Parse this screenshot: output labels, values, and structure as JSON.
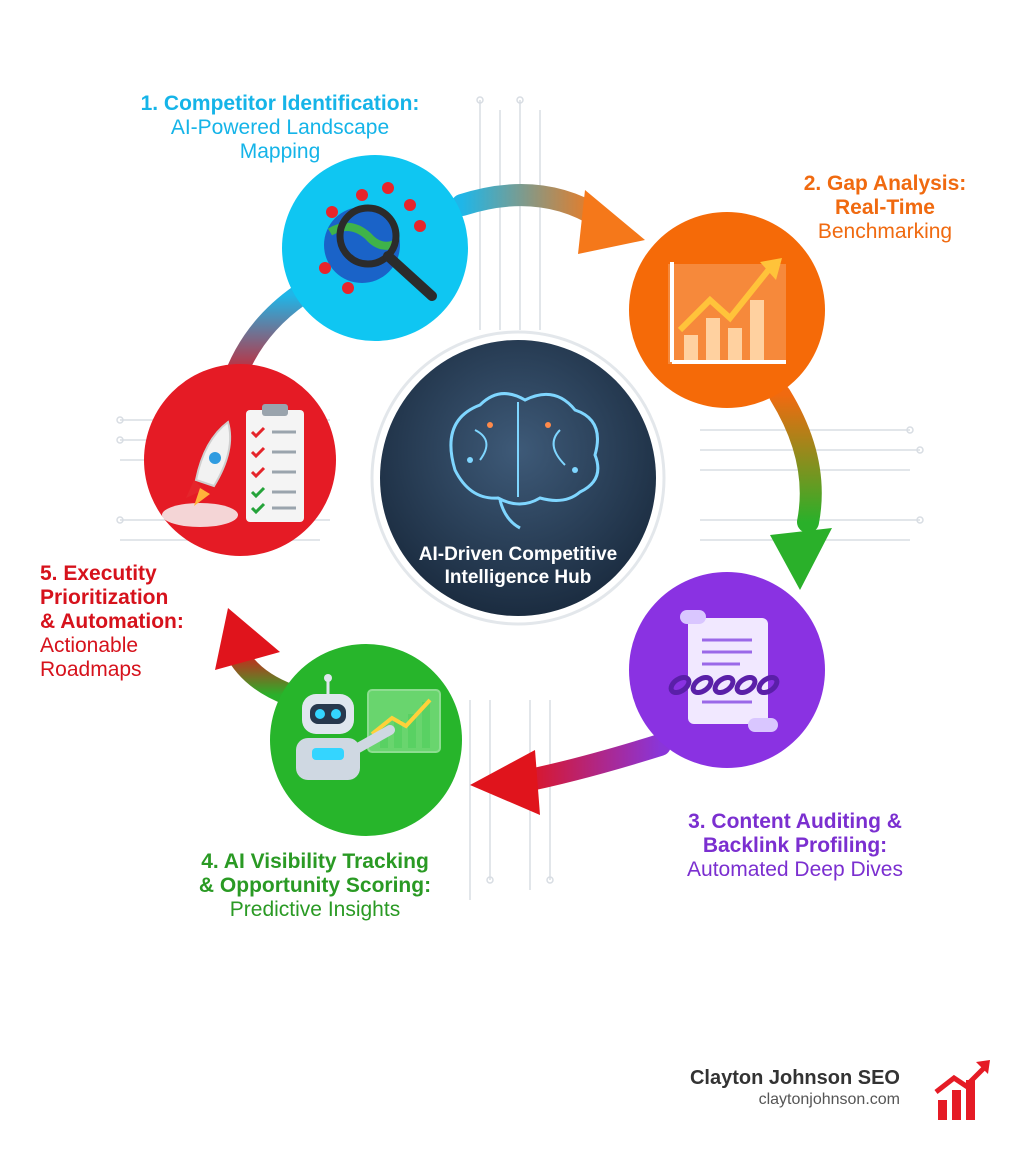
{
  "hub": {
    "title": "AI-Driven Competitive Intelligence Hub",
    "icon": "brain-circuit-icon"
  },
  "steps": [
    {
      "title_bold": "1. Competitor Identification: AI-Powered Landscape Mapping",
      "subtitle": "",
      "color": "#15b4e8",
      "icon": "globe-magnifier-pins-icon"
    },
    {
      "title_bold": "2. Gap Analysis:",
      "title_bold_2": "Real-Time",
      "subtitle": "Benchmarking",
      "color": "#f06a10",
      "icon": "bar-chart-growth-icon"
    },
    {
      "title_bold": "3. Content Auditing &",
      "title_bold_2": "Backlink Profiling:",
      "subtitle": "Automated Deep Dives",
      "color": "#7b2fd0",
      "icon": "scroll-chain-links-icon"
    },
    {
      "title_bold": "4. AI Visibility Tracking",
      "title_bold_2": "& Opportunity Scoring:",
      "subtitle": "Predictive Insights",
      "color": "#2a9a24",
      "icon": "robot-dashboard-icon"
    },
    {
      "title_bold": "5. Executity",
      "title_bold_2": "Prioritization",
      "title_bold_3": "& Automation:",
      "subtitle": "Actionable",
      "subtitle_2": "Roadmaps",
      "color": "#d6121c",
      "icon": "rocket-checklist-icon"
    }
  ],
  "step1_lines": [
    "1. Competitor Identification:",
    "AI-Powered Landscape",
    "Mapping"
  ],
  "brand": {
    "name": "Clayton Johnson SEO",
    "url": "claytonjohnson.com",
    "icon": "red-growth-chart-logo-icon"
  }
}
